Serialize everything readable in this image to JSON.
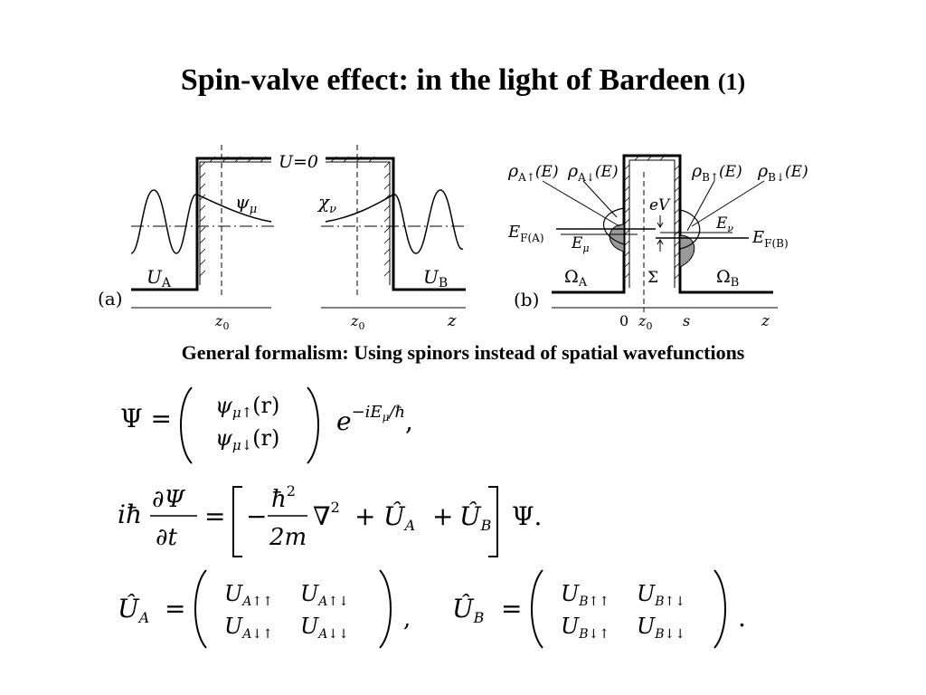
{
  "title": {
    "main": "Spin-valve effect: in the light of  Bardeen",
    "suffix": "(1)"
  },
  "subtitle": "General formalism: Using spinors instead of  spatial wavefunctions",
  "figure_a": {
    "panel_label": "(a)",
    "top_label": "U=0",
    "psi": "ψ",
    "psi_sub": "μ",
    "chi": "χ",
    "chi_sub": "ν",
    "ua": "U",
    "ua_sub": "A",
    "ub": "U",
    "ub_sub": "B",
    "z0_left": "z",
    "z0_right": "z",
    "z0_sub": "0",
    "z": "z"
  },
  "figure_b": {
    "panel_label": "(b)",
    "rho": "ρ",
    "rho_a_up_sub": "A↑",
    "rho_a_down_sub": "A↓",
    "rho_b_up_sub": "B↑",
    "rho_b_down_sub": "B↓",
    "of_e": "(E)",
    "ev": "eV",
    "ef_a": "E",
    "ef_a_sub": "F(A)",
    "ef_b": "E",
    "ef_b_sub": "F(B)",
    "e_mu": "E",
    "e_mu_sub": "μ",
    "e_nu": "E",
    "e_nu_sub": "ν",
    "omega": "Ω",
    "omega_a_sub": "A",
    "omega_b_sub": "B",
    "sigma": "Σ",
    "tick_0": "0",
    "tick_z": "z",
    "tick_z_sub": "0",
    "tick_s": "s",
    "axis_z": "z"
  },
  "equations": {
    "eq1": {
      "lhs": "Ψ =",
      "top": "ψ",
      "top_sub": "μ↑",
      "top_arg": "(r)",
      "bottom": "ψ",
      "bottom_sub": "μ↓",
      "bottom_arg": "(r)",
      "exp_base": "e",
      "exp_power": "−iE",
      "exp_power_sub": "μ",
      "exp_power_tail": "/ħ",
      "trail": ","
    },
    "eq2": {
      "ih": "iħ",
      "dpsi": "∂Ψ",
      "dt": "∂t",
      "eq": "=",
      "minus": "−",
      "hbar2": "ħ",
      "hbar2_exp": "2",
      "twom": "2m",
      "nabla": "∇",
      "nabla_exp": "2",
      "plus1": "+",
      "ua": "Û",
      "ua_sub": "A",
      "plus2": "+",
      "ub": "Û",
      "ub_sub": "B",
      "psi_tail": "Ψ."
    },
    "eq3": {
      "ua": "Û",
      "ua_sub": "A",
      "eq": "=",
      "a11": "U",
      "a11_sub": "A↑↑",
      "a12": "U",
      "a12_sub": "A↑↓",
      "a21": "U",
      "a21_sub": "A↓↑",
      "a22": "U",
      "a22_sub": "A↓↓",
      "comma": ",",
      "ub": "Û",
      "ub_sub": "B",
      "eq2": "=",
      "b11": "U",
      "b11_sub": "B↑↑",
      "b12": "U",
      "b12_sub": "B↑↓",
      "b21": "U",
      "b21_sub": "B↓↑",
      "b22": "U",
      "b22_sub": "B↓↓",
      "period": "."
    }
  }
}
